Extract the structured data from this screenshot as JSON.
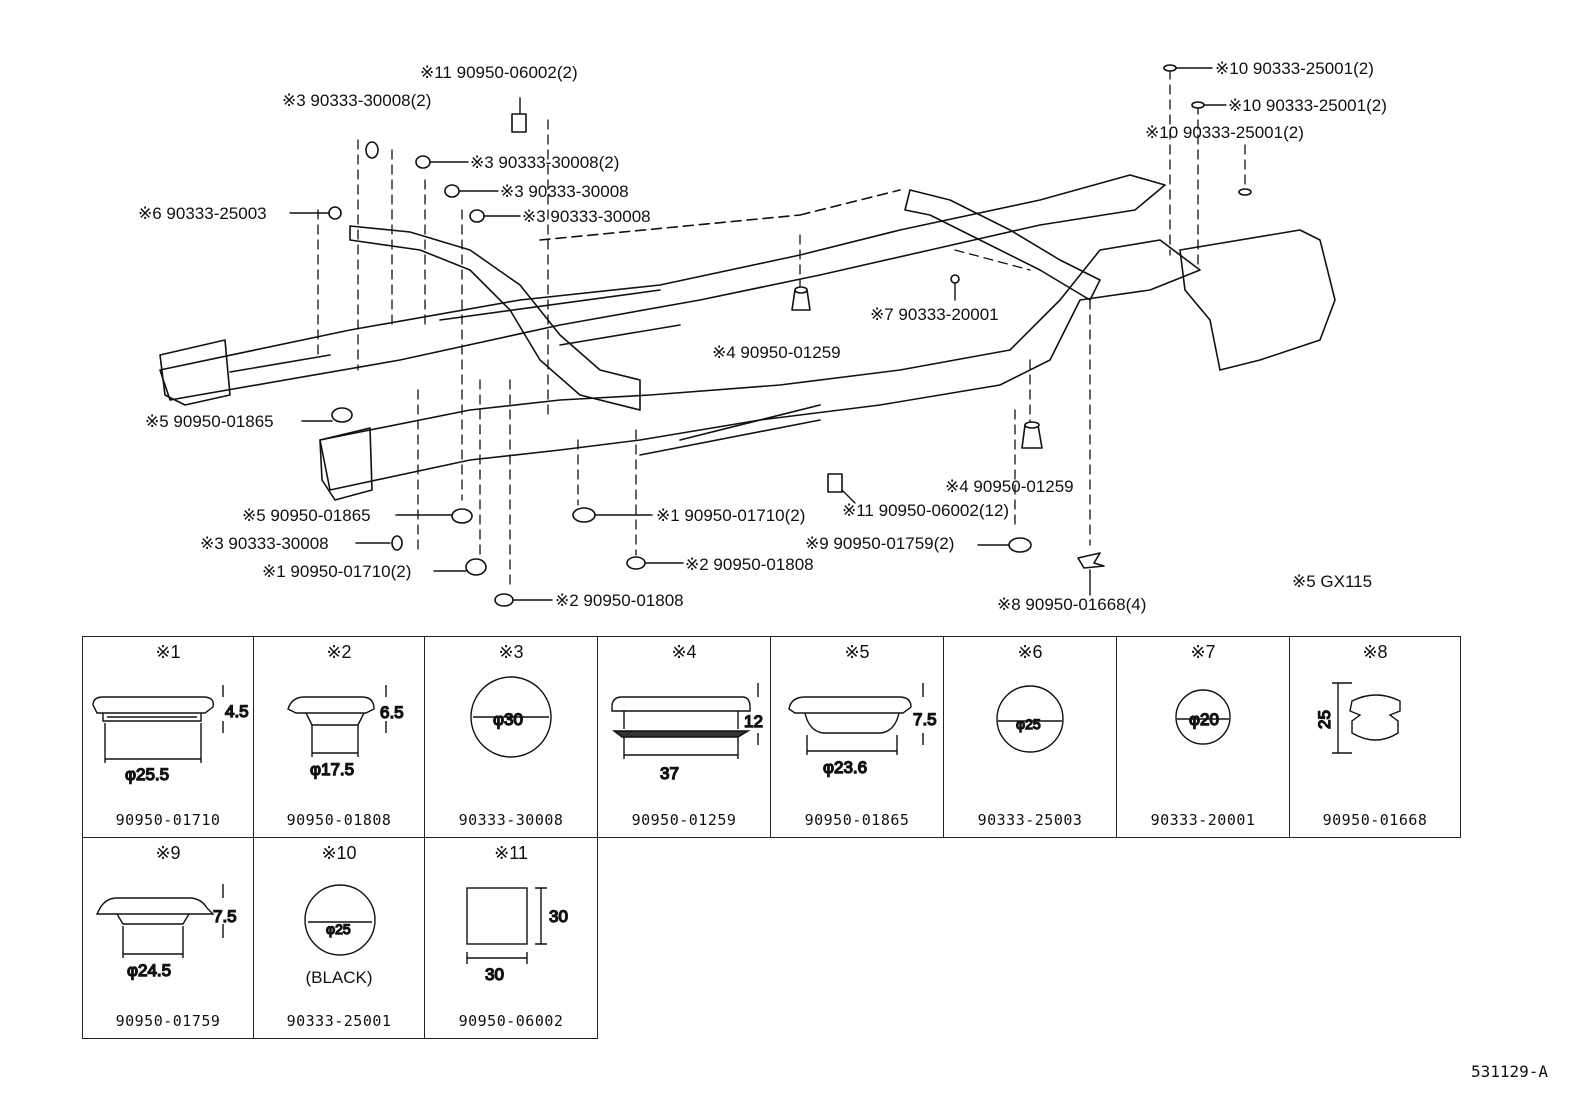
{
  "callouts": [
    {
      "id": "c11a",
      "text": "※11 90950-06002(2)"
    },
    {
      "id": "c3a",
      "text": "※3 90333-30008(2)"
    },
    {
      "id": "c3b",
      "text": "※3 90333-30008(2)"
    },
    {
      "id": "c3c",
      "text": "※3 90333-30008"
    },
    {
      "id": "c3d",
      "text": "※3 90333-30008"
    },
    {
      "id": "c6",
      "text": "※6 90333-25003"
    },
    {
      "id": "c10a",
      "text": "※10 90333-25001(2)"
    },
    {
      "id": "c10b",
      "text": "※10 90333-25001(2)"
    },
    {
      "id": "c10c",
      "text": "※10 90333-25001(2)"
    },
    {
      "id": "c7",
      "text": "※7 90333-20001"
    },
    {
      "id": "c4a",
      "text": "※4 90950-01259"
    },
    {
      "id": "c5a",
      "text": "※5 90950-01865"
    },
    {
      "id": "c4b",
      "text": "※4 90950-01259"
    },
    {
      "id": "c11b",
      "text": "※11 90950-06002(12)"
    },
    {
      "id": "c5b",
      "text": "※5 90950-01865"
    },
    {
      "id": "c1a",
      "text": "※1 90950-01710(2)"
    },
    {
      "id": "c9",
      "text": "※9 90950-01759(2)"
    },
    {
      "id": "c3e",
      "text": "※3 90333-30008"
    },
    {
      "id": "c1b",
      "text": "※1 90950-01710(2)"
    },
    {
      "id": "c2a",
      "text": "※2 90950-01808"
    },
    {
      "id": "c2b",
      "text": "※2 90950-01808"
    },
    {
      "id": "c8",
      "text": "※8 90950-01668(4)"
    }
  ],
  "variant_note": "※5  GX115",
  "parts": [
    {
      "ref": "※1",
      "part_number": "90950-01710",
      "dims": [
        "4.5",
        "φ25.5"
      ]
    },
    {
      "ref": "※2",
      "part_number": "90950-01808",
      "dims": [
        "6.5",
        "φ17.5"
      ]
    },
    {
      "ref": "※3",
      "part_number": "90333-30008",
      "dims": [
        "φ30"
      ]
    },
    {
      "ref": "※4",
      "part_number": "90950-01259",
      "dims": [
        "12",
        "37"
      ]
    },
    {
      "ref": "※5",
      "part_number": "90950-01865",
      "dims": [
        "7.5",
        "φ23.6"
      ]
    },
    {
      "ref": "※6",
      "part_number": "90333-25003",
      "dims": [
        "φ25"
      ]
    },
    {
      "ref": "※7",
      "part_number": "90333-20001",
      "dims": [
        "φ20"
      ]
    },
    {
      "ref": "※8",
      "part_number": "90950-01668",
      "dims": [
        "25"
      ]
    },
    {
      "ref": "※9",
      "part_number": "90950-01759",
      "dims": [
        "7.5",
        "φ24.5"
      ]
    },
    {
      "ref": "※10",
      "part_number": "90333-25001",
      "dims": [
        "φ25"
      ],
      "note": "(BLACK)"
    },
    {
      "ref": "※11",
      "part_number": "90950-06002",
      "dims": [
        "30",
        "30"
      ]
    }
  ],
  "ref_code": "531129-A"
}
